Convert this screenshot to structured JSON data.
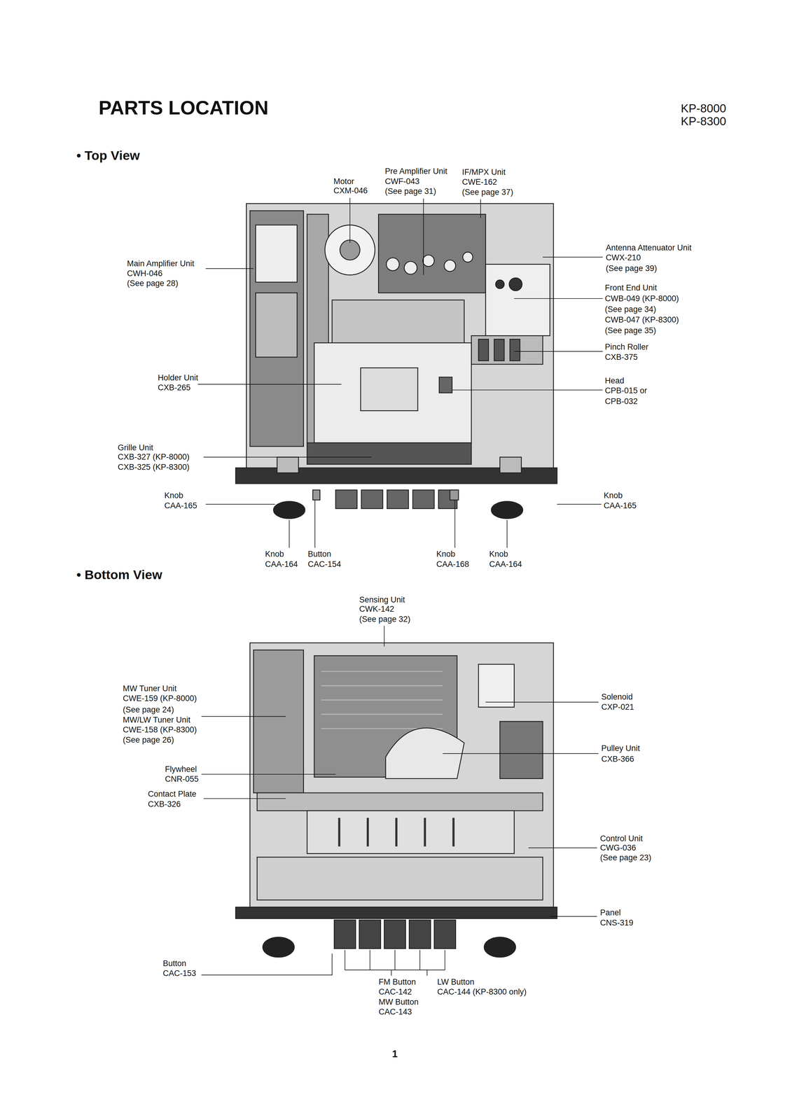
{
  "diagram": {
    "title": "PARTS LOCATION",
    "labels": [
      "KP-8000",
      "KP-8300",
      "• Top View",
      "Motor",
      "CXM-046",
      "Pre Amplifier Unit",
      "CWF-043",
      "(See page 31)",
      "IF/MPX Unit",
      "CWE-162",
      "(See page 37)",
      "Main Amplifier Unit",
      "CWH-046",
      "(See page 28)",
      "Antenna Attenuator Unit",
      "CWX-210",
      "(See page 39)",
      "Front End Unit",
      "CWB-049 (KP-8000)",
      "(See page 34)",
      "CWB-047 (KP-8300)",
      "(See page 35)",
      "Pinch Roller",
      "CXB-375",
      "Holder Unit",
      "CXB-265",
      "Head",
      "CPB-015 or",
      "CPB-032",
      "Grille Unit",
      "CXB-327 (KP-8000)",
      "CXB-325 (KP-8300)",
      "Knob",
      "CAA-165",
      "Knob",
      "CAA-165",
      "Knob",
      "CAA-164",
      "Button",
      "CAC-154",
      "Knob",
      "CAA-168",
      "Knob",
      "CAA-164",
      "• Bottom View",
      "Sensing Unit",
      "CWK-142",
      "(See page 32)",
      "MW Tuner Unit",
      "CWE-159 (KP-8000)",
      "(See page 24)",
      "MW/LW Tuner Unit",
      "CWE-158 (KP-8300)",
      "(See page 26)",
      "Solenoid",
      "CXP-021",
      "Pulley Unit",
      "CXB-366",
      "Flywheel",
      "CNR-055",
      "Contact Plate",
      "CXB-326",
      "Control Unit",
      "CWG-036",
      "(See page 23)",
      "Panel",
      "CNS-319",
      "Button",
      "CAC-153",
      "FM Button",
      "CAC-142",
      "MW Button",
      "CAC-143",
      "LW Button",
      "CAC-144 (KP-8300 only)",
      "1"
    ]
  }
}
